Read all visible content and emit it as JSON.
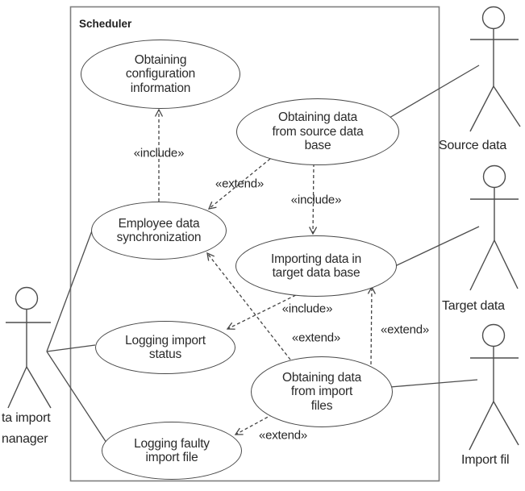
{
  "diagram": {
    "system": {
      "title": "Scheduler"
    },
    "use_cases": {
      "config": {
        "label": "Obtaining configuration information"
      },
      "source_db": {
        "label": "Obtaining data from source data base"
      },
      "employee_sync": {
        "label": "Employee data synchronization"
      },
      "import_target": {
        "label": "Importing data in target data base"
      },
      "log_status": {
        "label": "Logging import status"
      },
      "import_files": {
        "label": "Obtaining data from import files"
      },
      "log_faulty": {
        "label": "Logging faulty import file"
      }
    },
    "actors": {
      "source_data": {
        "label": "Source data"
      },
      "target_data": {
        "label": "Target data"
      },
      "import_file": {
        "label": "Import fil"
      },
      "data_import_manager": {
        "label_line1": "ta import",
        "label_line2": "nanager"
      }
    },
    "stereotype_labels": {
      "include_sync_to_config": "«include»",
      "extend_source_to_sync": "«extend»",
      "include_source_to_import": "«include»",
      "include_import_to_logstatus": "«include»",
      "extend_files_to_sync": "«extend»",
      "extend_files_to_import": "«extend»",
      "extend_files_to_logfaulty": "«extend»"
    },
    "colors": {
      "line": "#4d4d4d",
      "dashed_line": "#444444",
      "boundary": "#7e7e7e",
      "text": "#262626"
    }
  }
}
